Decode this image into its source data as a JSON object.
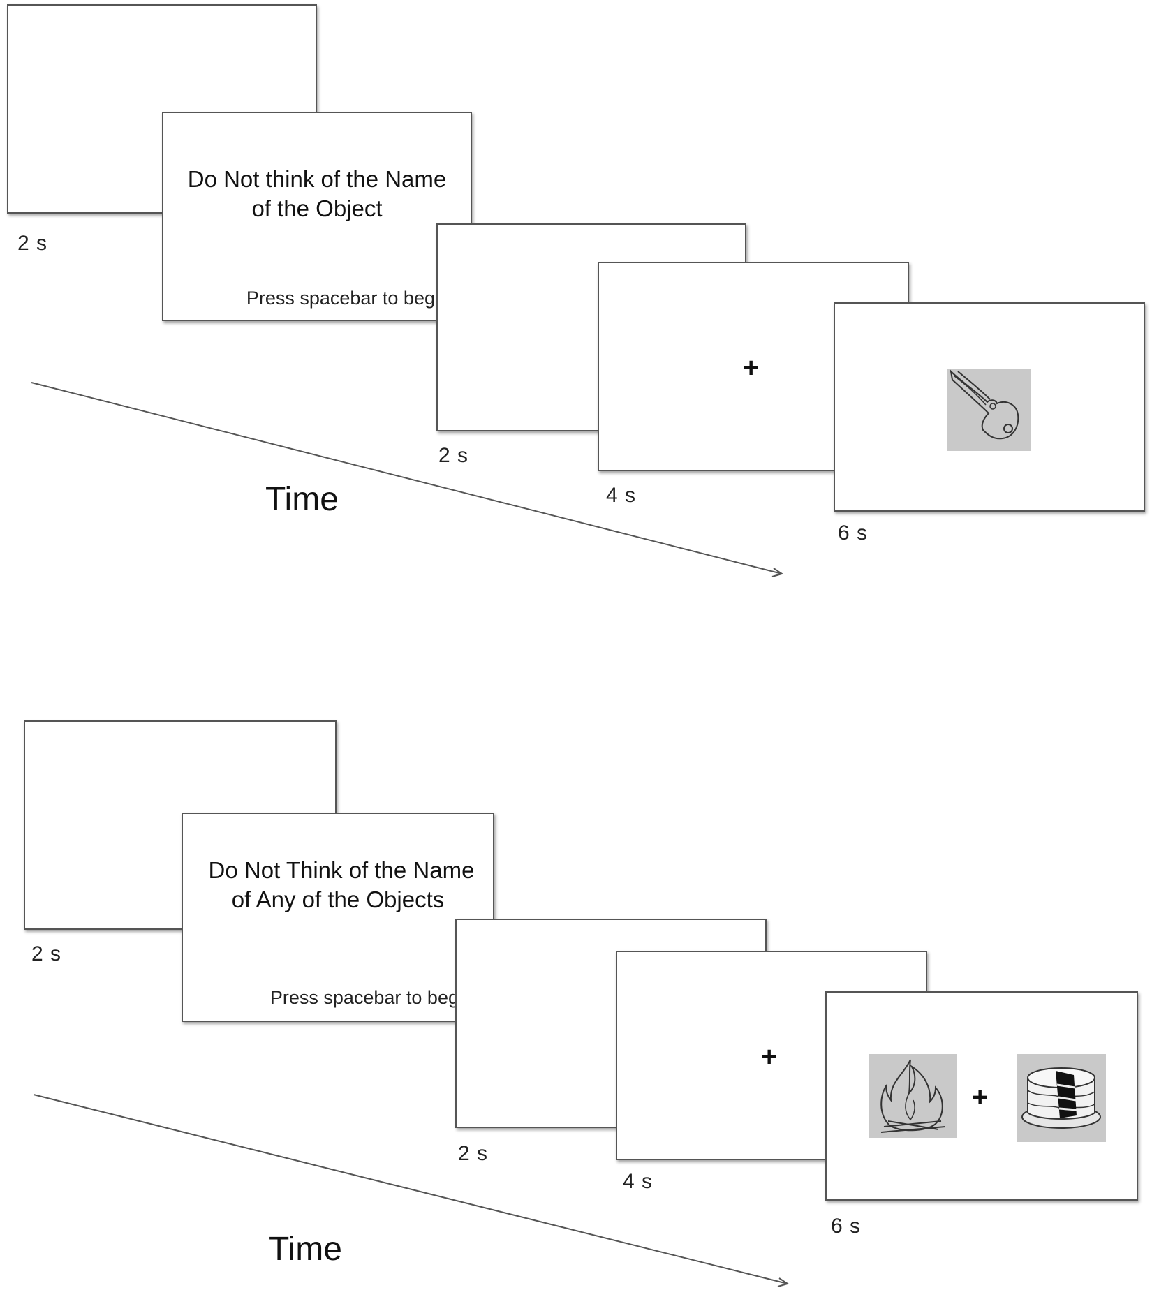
{
  "panels": [
    {
      "blank_duration": "2 s",
      "instruction_line1": "Do Not think of the Name",
      "instruction_line2": "of  the Object",
      "press_text": "Press spacebar to begin",
      "blank2_duration": "2 s",
      "fixation": "+",
      "fixation_duration": "4 s",
      "stimulus_duration": "6 s",
      "time_label": "Time",
      "stimuli_icons": [
        "key-icon"
      ]
    },
    {
      "blank_duration": "2 s",
      "instruction_line1": "Do Not Think of the Name",
      "instruction_line2": "of Any of the Objects",
      "press_text": "Press spacebar to begin",
      "blank2_duration": "2 s",
      "fixation": "+",
      "fixation_duration": "4 s",
      "stimulus_fixation": "+",
      "stimulus_duration": "6 s",
      "time_label": "Time",
      "stimuli_icons": [
        "fire-icon",
        "cake-icon"
      ]
    }
  ],
  "colors": {
    "stimulus_background": "#c9c9c9",
    "frame_border": "#555555"
  }
}
